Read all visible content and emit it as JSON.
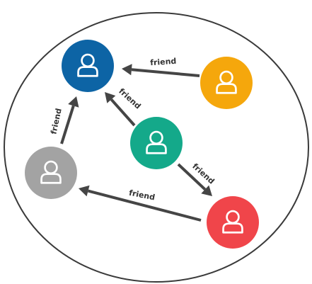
{
  "colors": {
    "ellipse_stroke": "#3a3a3a",
    "arrow": "#454545",
    "icon": "#ffffff"
  },
  "nodes": [
    {
      "id": "blue",
      "color": "#0d64a5",
      "icon": "person-icon"
    },
    {
      "id": "orange",
      "color": "#f5a70c",
      "icon": "person-icon"
    },
    {
      "id": "green",
      "color": "#14a98a",
      "icon": "person-icon"
    },
    {
      "id": "gray",
      "color": "#a3a3a3",
      "icon": "person-icon"
    },
    {
      "id": "red",
      "color": "#f0454a",
      "icon": "person-icon"
    }
  ],
  "edges": [
    {
      "from": "orange",
      "to": "blue",
      "label": "friend"
    },
    {
      "from": "green",
      "to": "blue",
      "label": "friend"
    },
    {
      "from": "gray",
      "to": "blue",
      "label": "friend"
    },
    {
      "from": "green",
      "to": "red",
      "label": "friend"
    },
    {
      "from": "red",
      "to": "gray",
      "label": "friend"
    }
  ]
}
